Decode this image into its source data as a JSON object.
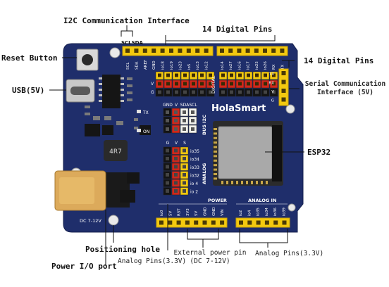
{
  "callouts": {
    "i2c": "I2C Communication Interface",
    "digital_top": "14 Digital Pins",
    "digital_right": "14 Digital Pins",
    "reset": "Reset Button",
    "usb": "USB(5V)",
    "serial_line1": "Serial Communication",
    "serial_line2": "Interface (5V)",
    "esp32": "ESP32",
    "positioning": "Positioning hole",
    "power_io": "Power I/O port",
    "analog_left": "Analog Pins(3.3V)",
    "ext_power_line1": "External power pin",
    "ext_power_line2": "(DC 7-12V)",
    "analog_right": "Analog Pins(3.3V)"
  },
  "board": {
    "brand": "HolaSmart",
    "scl_sda": "SCLSDA",
    "bus_i2c": "BUS I2C",
    "digital_vert": "DIGITAL",
    "analog_vert": "ANALOG",
    "power_title": "POWER",
    "analog_in_title": "ANALOG IN",
    "dc_label": "DC 7-12V",
    "chip_4r7": "4R7",
    "tx": "TX",
    "on": "ON",
    "i2c_header": [
      "GND",
      "V",
      "SDA",
      "SCL"
    ],
    "gvs": [
      "G",
      "V",
      "S"
    ],
    "analog_side": [
      "io35",
      "io34",
      "io33",
      "io32",
      "io 4",
      "io 2"
    ],
    "top_pins": [
      "SCL",
      "SDA",
      "AREF",
      "GND",
      "io18",
      "io19",
      "io23",
      "io5",
      "io13",
      "io12"
    ],
    "top_pins_right": [
      "io14",
      "io27",
      "io16",
      "io17",
      "io25",
      "io26",
      "RX",
      "TX"
    ],
    "power_pins": [
      "io0",
      "5V",
      "RST",
      "3V3",
      "5V",
      "GND",
      "GND",
      "VIN"
    ],
    "analog_in_pins": [
      "io2",
      "io4",
      "io35",
      "io34",
      "io36",
      "io39"
    ],
    "serial_pins": [
      "TX",
      "RX",
      "V",
      "G"
    ],
    "row_labels": [
      "V",
      "G"
    ]
  },
  "colors": {
    "board": "#1f2e6b",
    "header": "#f3c90f",
    "red": "#d1271b",
    "black": "#141414",
    "white": "#f1f1ec",
    "jack": "#dcaa5b"
  }
}
